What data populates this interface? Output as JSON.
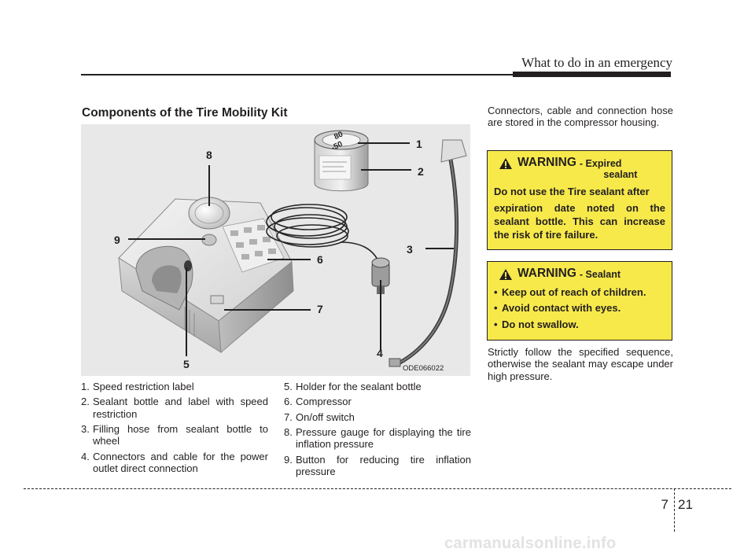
{
  "header": {
    "title": "What to do in an emergency"
  },
  "section": {
    "title": "Components of the Tire Mobility Kit"
  },
  "figure": {
    "code": "ODE066022",
    "callouts": [
      "1",
      "2",
      "3",
      "4",
      "5",
      "6",
      "7",
      "8",
      "9"
    ],
    "gauge_marks": [
      "80",
      "-50"
    ]
  },
  "legend_left": [
    {
      "num": "1.",
      "text": "Speed restriction label"
    },
    {
      "num": "2.",
      "text": "Sealant bottle and label with speed restriction"
    },
    {
      "num": "3.",
      "text": "Filling hose from sealant bottle to wheel"
    },
    {
      "num": "4.",
      "text": "Connectors and cable for the power outlet direct connection"
    }
  ],
  "legend_right": [
    {
      "num": "5.",
      "text": "Holder for the sealant bottle"
    },
    {
      "num": "6.",
      "text": "Compressor"
    },
    {
      "num": "7.",
      "text": "On/off switch"
    },
    {
      "num": "8.",
      "text": "Pressure gauge for displaying the tire inflation pressure"
    },
    {
      "num": "9.",
      "text": "Button for reducing tire inflation pressure"
    }
  ],
  "right_column": {
    "para_top": "Connectors, cable and connection hose are stored in the compressor housing.",
    "para_bottom": "Strictly follow the specified sequence, otherwise the sealant may escape under high pressure."
  },
  "warning_expired": {
    "word": "WARNING",
    "sub_line1": "- Expired",
    "sub_line2": "sealant",
    "body1": "Do not use the Tire sealant after",
    "body2": "expiration date noted on the sealant bottle. This can increase the risk of tire failure."
  },
  "warning_sealant": {
    "word": "WARNING",
    "sub": "- Sealant",
    "items": [
      "Keep out of reach of children.",
      "Avoid contact with eyes.",
      "Do not swallow."
    ]
  },
  "footer": {
    "section": "7",
    "page": "21"
  },
  "watermark": "carmanualsonline.info",
  "colors": {
    "warning_bg": "#f7e94a",
    "text": "#231f20",
    "figure_bg": "#e8e8e8"
  }
}
